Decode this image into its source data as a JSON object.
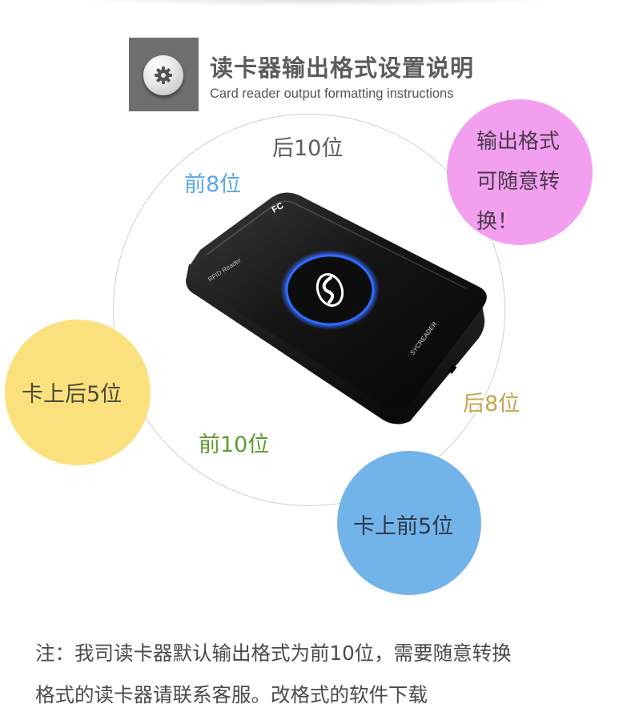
{
  "header": {
    "icon": "gear-icon",
    "title": "读卡器输出格式设置说明",
    "subtitle": "Card reader output formatting instructions"
  },
  "ring_labels": {
    "last10": "后10位",
    "first8": "前8位",
    "last8": "后8位",
    "first10": "前10位"
  },
  "bubbles": {
    "pink": {
      "lines": [
        "输出格式",
        "可随意转",
        "换！"
      ],
      "color": "#f29ff0"
    },
    "yellow": {
      "text": "卡上后5位",
      "color": "#fbe17e"
    },
    "blue": {
      "text": "卡上前5位",
      "color": "#72b3ea"
    }
  },
  "device": {
    "label_rfid": "RFID Reader",
    "label_brand": "SYCREADER",
    "label_fcc": "FC",
    "logo": "s-logo-icon",
    "ring_color": "#2f6bff"
  },
  "note": {
    "line1": "注：我司读卡器默认输出格式为前10位，需要随意转换",
    "line2": "格式的读卡器请联系客服。改格式的软件下载"
  }
}
